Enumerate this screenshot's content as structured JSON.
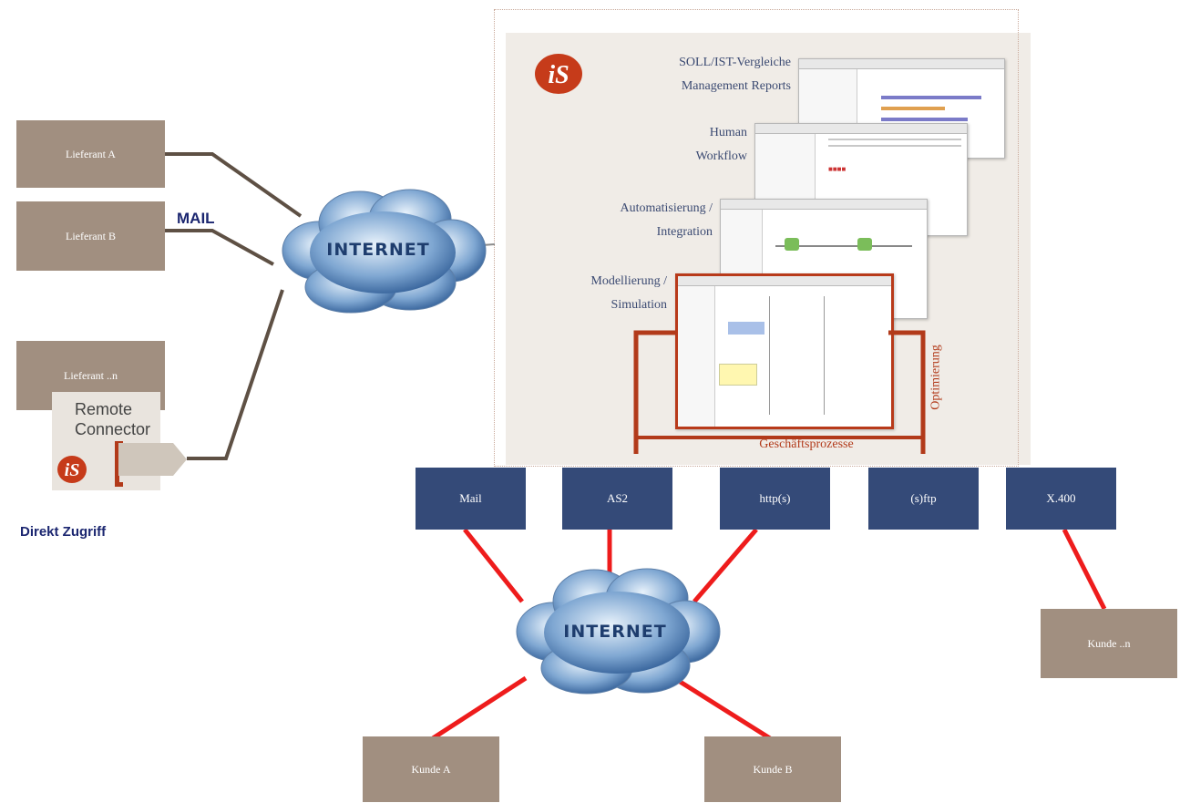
{
  "suppliers": {
    "a": "Lieferant A",
    "b": "Lieferant B",
    "n": "Lieferant ..n"
  },
  "remote_connector": "Remote\nConnector",
  "mail_label": "MAIL",
  "direct_access": "Direkt Zugriff",
  "internet_label": "INTERNET",
  "logo_text": "iS",
  "panel": {
    "reports": "SOLL/IST-Vergleiche\nManagement Reports",
    "human_workflow": "Human\nWorkflow",
    "automation": "Automatisierung /\nIntegration",
    "modelling": "Modellierung /\nSimulation",
    "optimization": "Optimierung",
    "business_processes": "Geschäftsprozesse"
  },
  "protocols": [
    "Mail",
    "AS2",
    "http(s)",
    "(s)ftp",
    "X.400"
  ],
  "customers": {
    "a": "Kunde A",
    "b": "Kunde B",
    "n": "Kunde ..n"
  },
  "colors": {
    "supplier_box": "#a18f80",
    "protocol_box": "#344a78",
    "red_line": "#ee1c1c",
    "brown_line": "#5e5044",
    "rust": "#b23a1a",
    "panel_text": "#3b4a72"
  }
}
